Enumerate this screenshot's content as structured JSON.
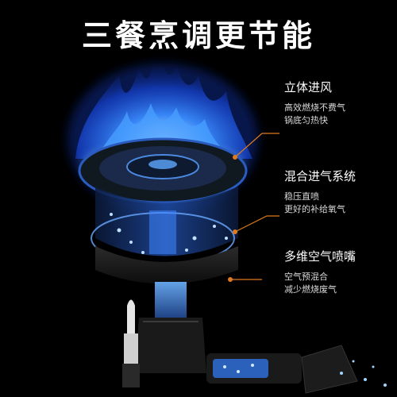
{
  "headline": "三餐烹调更节能",
  "features": [
    {
      "title": "立体进风",
      "desc": [
        "高效燃烧不费气",
        "锅底匀热快"
      ]
    },
    {
      "title": "混合进气系统",
      "desc": [
        "稳压直喷",
        "更好的补给氧气"
      ]
    },
    {
      "title": "多维空气喷嘴",
      "desc": [
        "空气预混合",
        "减少燃烧废气"
      ]
    }
  ],
  "colors": {
    "flame": "#1e6bff",
    "flame_core": "#9fd0ff",
    "leader": "#e07a1e",
    "background": "#000000"
  }
}
